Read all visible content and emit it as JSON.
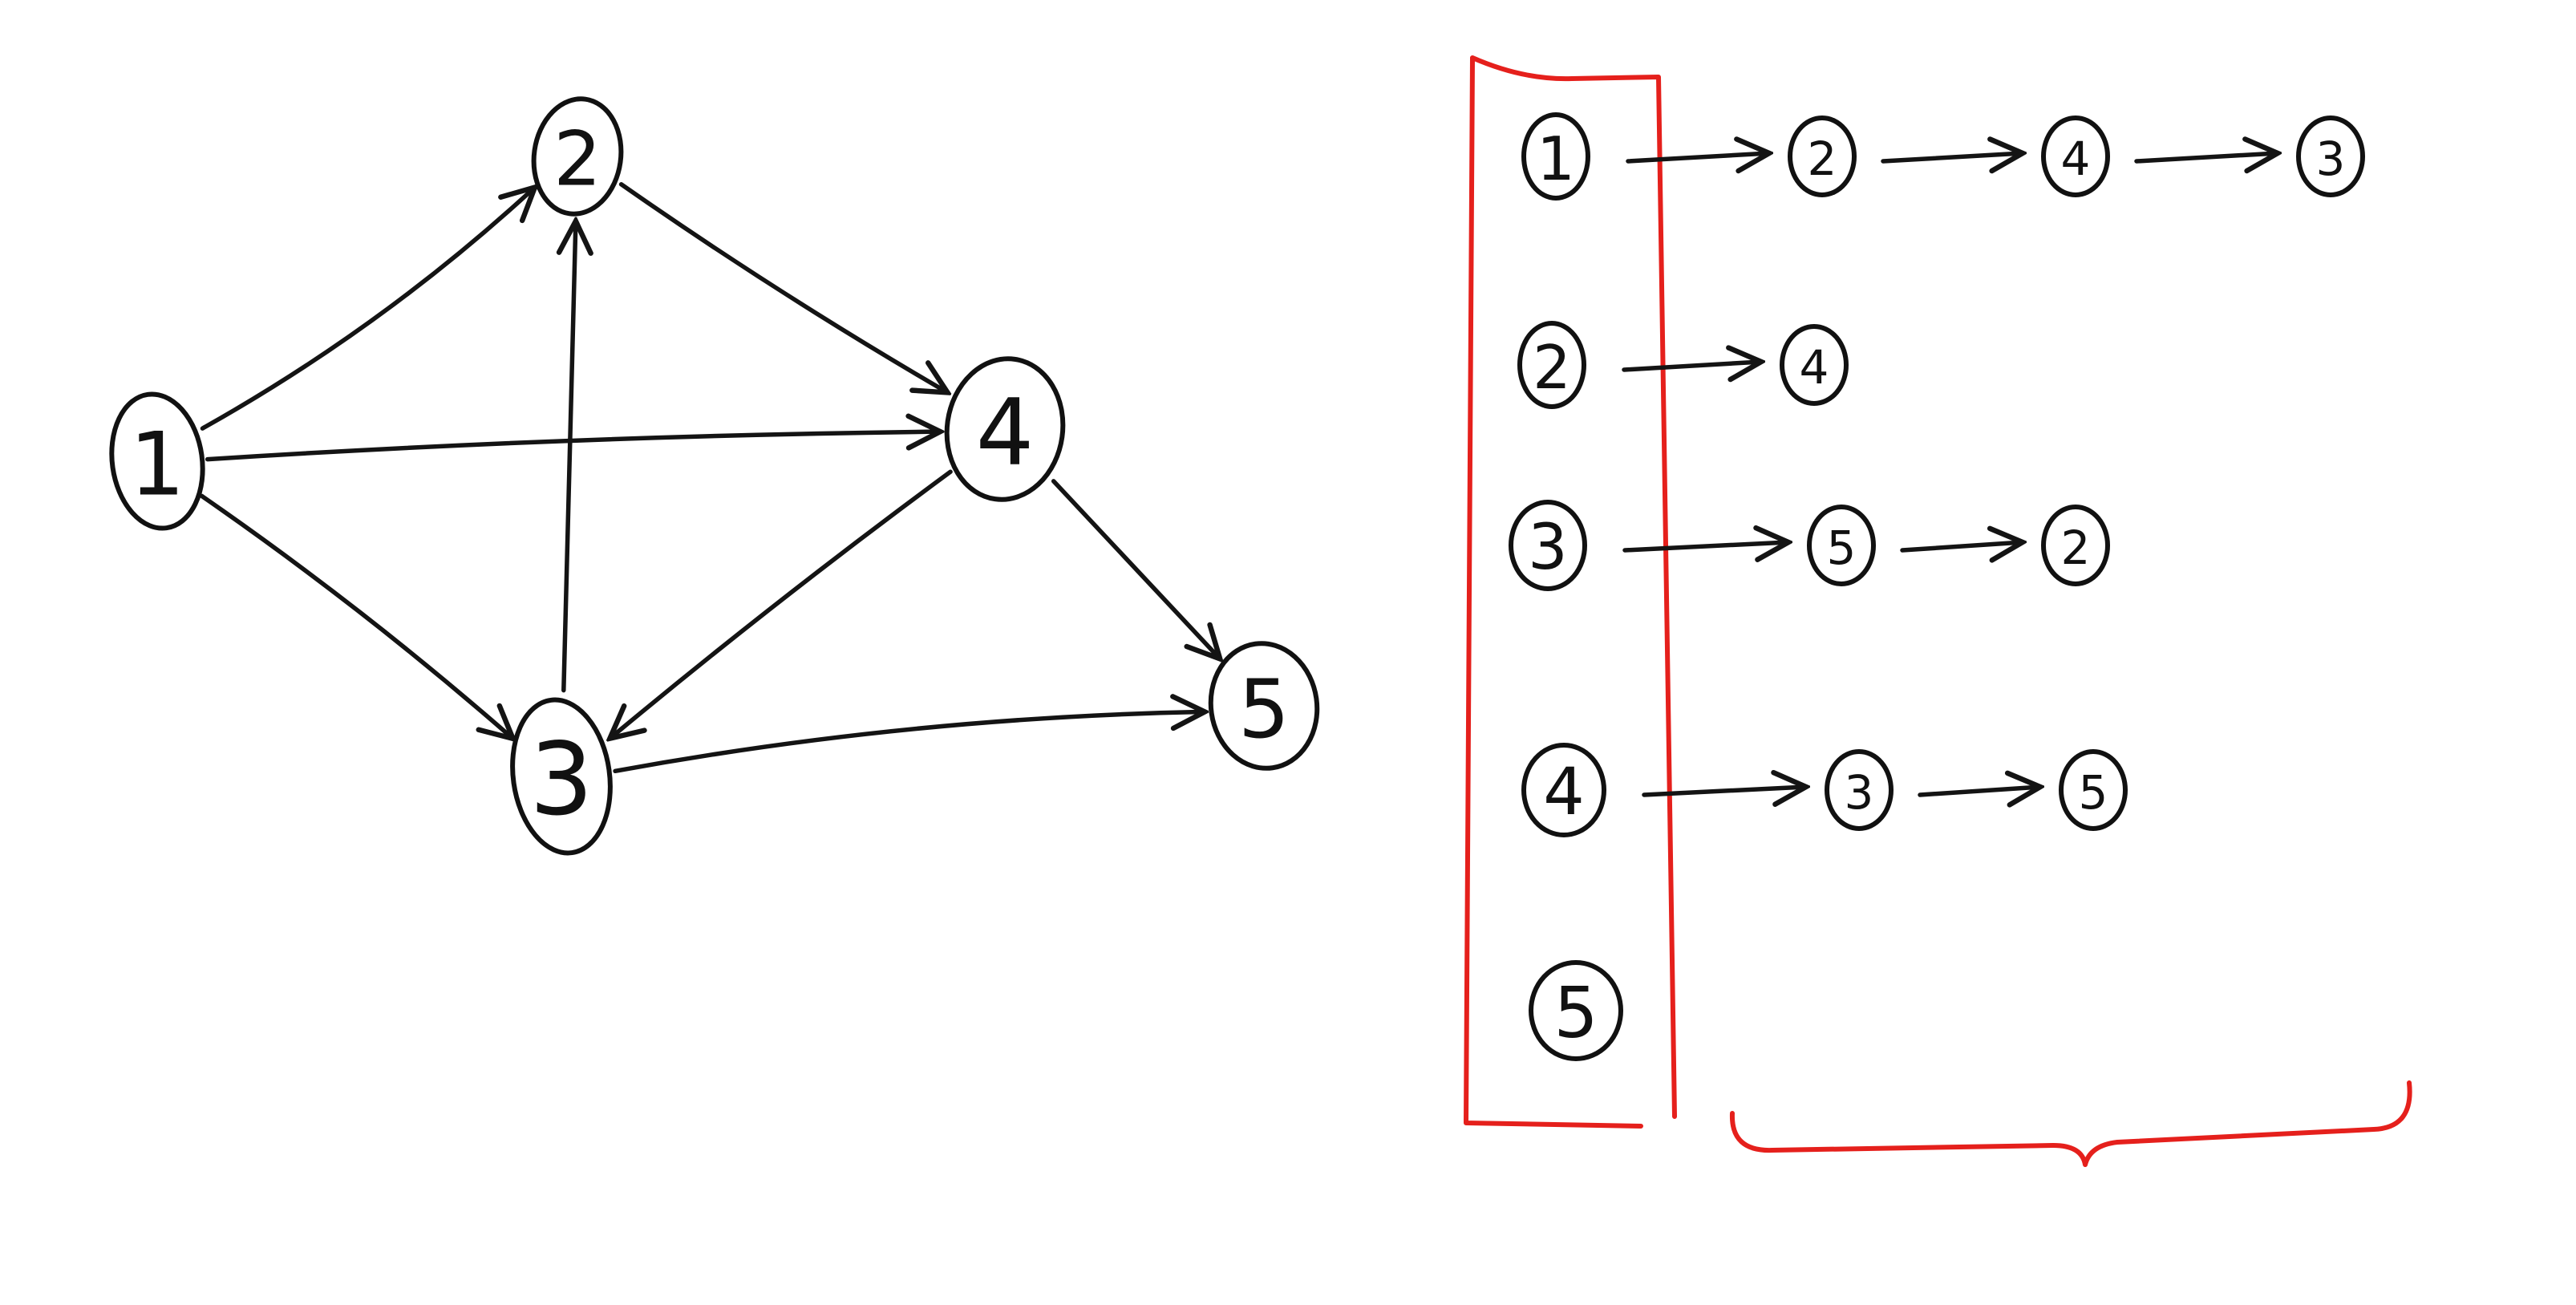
{
  "graph": {
    "nodes": [
      {
        "id": "1",
        "label": "1"
      },
      {
        "id": "2",
        "label": "2"
      },
      {
        "id": "3",
        "label": "3"
      },
      {
        "id": "4",
        "label": "4"
      },
      {
        "id": "5",
        "label": "5"
      }
    ],
    "edges": [
      {
        "from": "1",
        "to": "2"
      },
      {
        "from": "1",
        "to": "4"
      },
      {
        "from": "1",
        "to": "3"
      },
      {
        "from": "2",
        "to": "4"
      },
      {
        "from": "3",
        "to": "2"
      },
      {
        "from": "3",
        "to": "5"
      },
      {
        "from": "4",
        "to": "3"
      },
      {
        "from": "4",
        "to": "5"
      }
    ]
  },
  "adjacency_list": {
    "rows": [
      {
        "head": "1",
        "neighbors": [
          "2",
          "4",
          "3"
        ]
      },
      {
        "head": "2",
        "neighbors": [
          "4"
        ]
      },
      {
        "head": "3",
        "neighbors": [
          "5",
          "2"
        ]
      },
      {
        "head": "4",
        "neighbors": [
          "3",
          "5"
        ]
      },
      {
        "head": "5",
        "neighbors": []
      }
    ]
  },
  "colors": {
    "ink": "#111111",
    "highlight": "#e5201c",
    "background": "#ffffff"
  }
}
